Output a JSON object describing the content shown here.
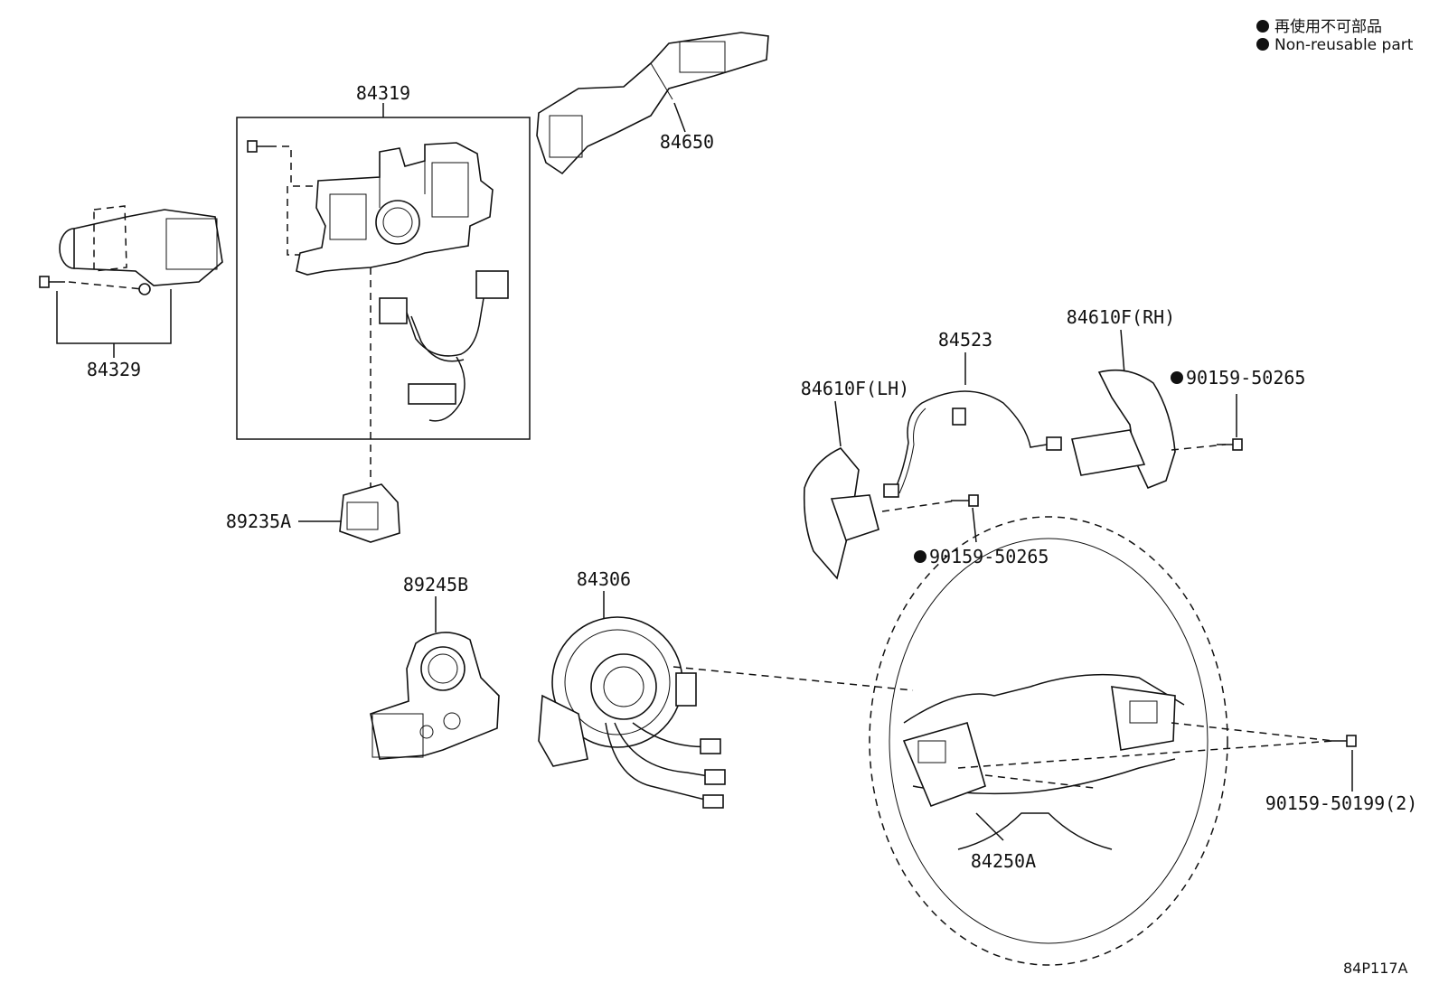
{
  "legend": {
    "line1": "再使用不可部品",
    "line2": "Non-reusable part"
  },
  "figure_code": "84P117A",
  "labels": {
    "p84319": "84319",
    "p84650": "84650",
    "p84329": "84329",
    "p89235A": "89235A",
    "p89245B": "89245B",
    "p84306": "84306",
    "p84523": "84523",
    "p84610F_RH": "84610F(RH)",
    "p84610F_LH": "84610F(LH)",
    "p90159_50265_a": "90159-50265",
    "p90159_50265_b": "90159-50265",
    "p90159_50199": "90159-50199(2)",
    "p84250A": "84250A"
  }
}
